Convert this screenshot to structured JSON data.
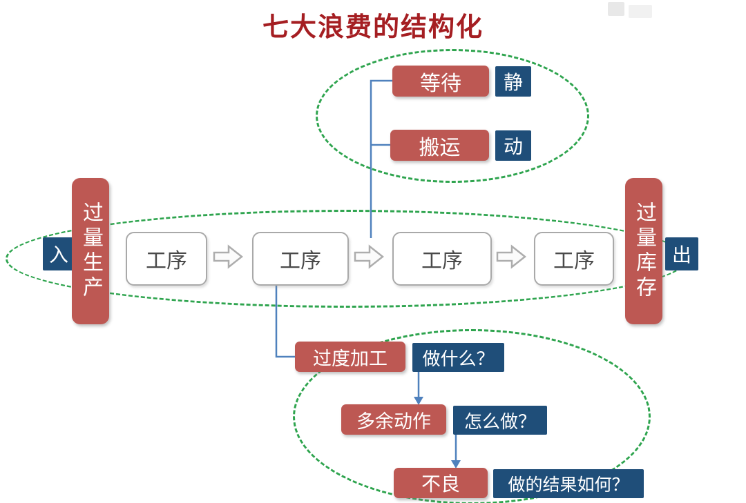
{
  "title": "七大浪费的结构化",
  "top_group": {
    "items": [
      {
        "label": "等待",
        "tag": "静"
      },
      {
        "label": "搬运",
        "tag": "动"
      }
    ]
  },
  "flow": {
    "in_label": "入",
    "left_vertical": "过量生产",
    "process_label": "工序",
    "right_vertical": "过量库存",
    "out_label": "出"
  },
  "bottom_group": {
    "rows": [
      {
        "label": "过度加工",
        "question": "做什么？"
      },
      {
        "label": "多余动作",
        "question": "怎么做？"
      },
      {
        "label": "不良",
        "question": "做的结果如何？"
      }
    ]
  },
  "colors": {
    "title": "#a51e22",
    "waste_box": "#bd5853",
    "question_box": "#1f4e79",
    "ellipse_dash": "#2ea44e",
    "connector": "#4f81bd",
    "process_border": "#a9a9a9"
  }
}
